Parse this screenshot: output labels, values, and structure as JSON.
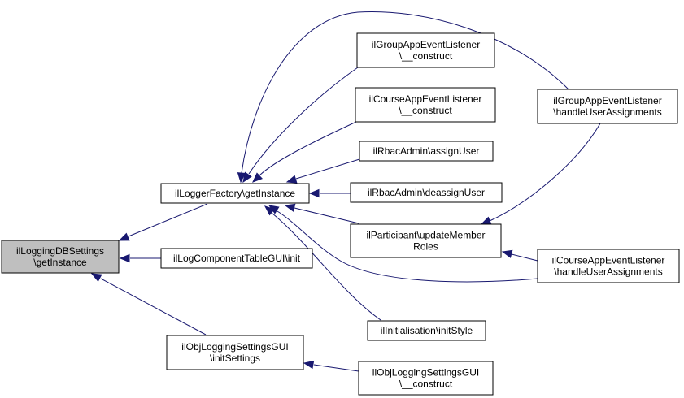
{
  "nodes": [
    {
      "id": "dbsettings",
      "lines": [
        "ilLoggingDBSettings",
        "\\getInstance"
      ],
      "focus": true
    },
    {
      "id": "factory",
      "lines": [
        "ilLoggerFactory\\getInstance"
      ]
    },
    {
      "id": "compTable",
      "lines": [
        "ilLogComponentTableGUI\\init"
      ]
    },
    {
      "id": "objInit",
      "lines": [
        "ilObjLoggingSettingsGUI",
        "\\initSettings"
      ]
    },
    {
      "id": "groupCtor",
      "lines": [
        "ilGroupAppEventListener",
        "\\__construct"
      ]
    },
    {
      "id": "courseCtor",
      "lines": [
        "ilCourseAppEventListener",
        "\\__construct"
      ]
    },
    {
      "id": "assignUser",
      "lines": [
        "ilRbacAdmin\\assignUser"
      ]
    },
    {
      "id": "deassignUser",
      "lines": [
        "ilRbacAdmin\\deassignUser"
      ]
    },
    {
      "id": "updateRoles",
      "lines": [
        "ilParticipant\\updateMember",
        "Roles"
      ]
    },
    {
      "id": "initStyle",
      "lines": [
        "ilInitialisation\\initStyle"
      ]
    },
    {
      "id": "objCtor",
      "lines": [
        "ilObjLoggingSettingsGUI",
        "\\__construct"
      ]
    },
    {
      "id": "groupHandle",
      "lines": [
        "ilGroupAppEventListener",
        "\\handleUserAssignments"
      ]
    },
    {
      "id": "courseHandle",
      "lines": [
        "ilCourseAppEventListener",
        "\\handleUserAssignments"
      ]
    }
  ],
  "edges": [
    {
      "from": "factory",
      "to": "dbsettings"
    },
    {
      "from": "compTable",
      "to": "dbsettings"
    },
    {
      "from": "objInit",
      "to": "dbsettings"
    },
    {
      "from": "groupCtor",
      "to": "factory"
    },
    {
      "from": "courseCtor",
      "to": "factory"
    },
    {
      "from": "assignUser",
      "to": "factory"
    },
    {
      "from": "deassignUser",
      "to": "factory"
    },
    {
      "from": "updateRoles",
      "to": "factory"
    },
    {
      "from": "initStyle",
      "to": "factory"
    },
    {
      "from": "groupHandle",
      "to": "factory"
    },
    {
      "from": "courseHandle",
      "to": "factory"
    },
    {
      "from": "groupHandle",
      "to": "updateRoles"
    },
    {
      "from": "courseHandle",
      "to": "updateRoles"
    },
    {
      "from": "objCtor",
      "to": "objInit"
    }
  ],
  "colors": {
    "edge": "#191970",
    "focus_fill": "#bfbfbf",
    "node_fill": "#ffffff"
  }
}
